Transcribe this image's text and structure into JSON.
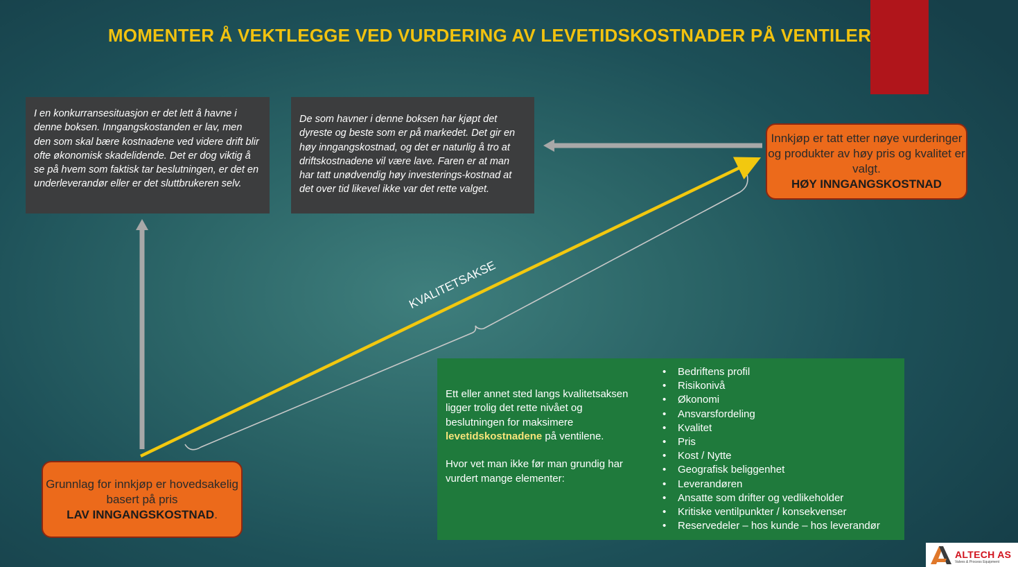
{
  "title": "MOMENTER Å VEKTLEGGE VED VURDERING AV LEVETIDSKOSTNADER PÅ VENTILER",
  "box_left_text": "I en konkurransesituasjon er det lett å havne i denne boksen. Inngangskostanden er lav, men den som skal bære kostnadene ved videre drift blir ofte økonomisk skadelidende. Det er dog viktig å se på hvem som faktisk tar beslutningen, er det en underleverandør eller er det sluttbrukeren selv.",
  "box_mid_text": "De som havner i denne boksen har kjøpt det dyreste og beste som er på markedet. Det gir en høy inngangskostnad, og det er naturlig å tro at driftskostnadene vil være lave. Faren er at man har tatt unødvendig høy investerings-kostnad at det over tid likevel ikke var det rette valget.",
  "box_high": {
    "text": "Innkjøp er tatt etter nøye vurderinger og produkter av høy pris og kvalitet er valgt.",
    "bold": "HØY INNGANGSKOSTNAD"
  },
  "box_low": {
    "text": "Grunnlag for innkjøp er hovedsakelig basert på pris",
    "bold": "LAV INNGANGSKOSTNAD",
    "suffix": "."
  },
  "axis_label": "KVALITETSAKSE",
  "green": {
    "para1_before": "Ett eller annet sted langs kvalitetsaksen ligger trolig det rette nivået og beslutningen for maksimere",
    "para1_highlight": "levetidskostnadene",
    "para1_after": "på ventilene.",
    "para2": "Hvor vet man ikke før man grundig har vurdert mange elementer:",
    "items": [
      "Bedriftens profil",
      "Risikonivå",
      "Økonomi",
      "Ansvarsfordeling",
      "Kvalitet",
      "Pris",
      "Kost / Nytte",
      "Geografisk beliggenhet",
      "Leverandøren",
      "Ansatte som drifter og vedlikeholder",
      "Kritiske ventilpunkter / konsekvenser",
      "Reservedeler – hos kunde – hos leverandør"
    ]
  },
  "logo": {
    "name": "ALTECH AS",
    "tagline": "Valves & Process Equipment"
  },
  "colors": {
    "title": "#f2c20f",
    "accent_red": "#b0151b",
    "orange_box": "#ec6a1b",
    "green_box": "#1f7a3c",
    "dark_box": "#3c3d3e",
    "axis_arrow": "#f2c80f",
    "grey_arrow": "#a8a8a8"
  }
}
